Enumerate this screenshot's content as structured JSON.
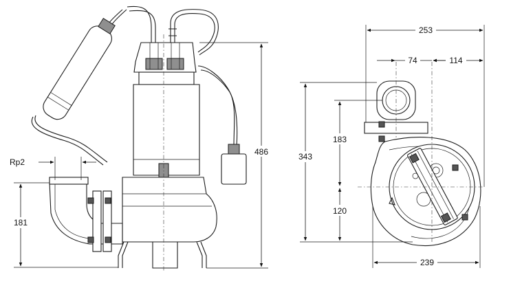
{
  "dimensions": {
    "inlet_thread": "Rp2",
    "outlet_height": "181",
    "total_height": "486",
    "side_width": "253",
    "offset_left": "74",
    "offset_right": "114",
    "flange_height": "343",
    "upper_height": "183",
    "lower_height": "120",
    "base_width": "239"
  },
  "colors": {
    "line": "#1a1a1a",
    "shade": "#8f8f8f",
    "background": "#ffffff"
  }
}
